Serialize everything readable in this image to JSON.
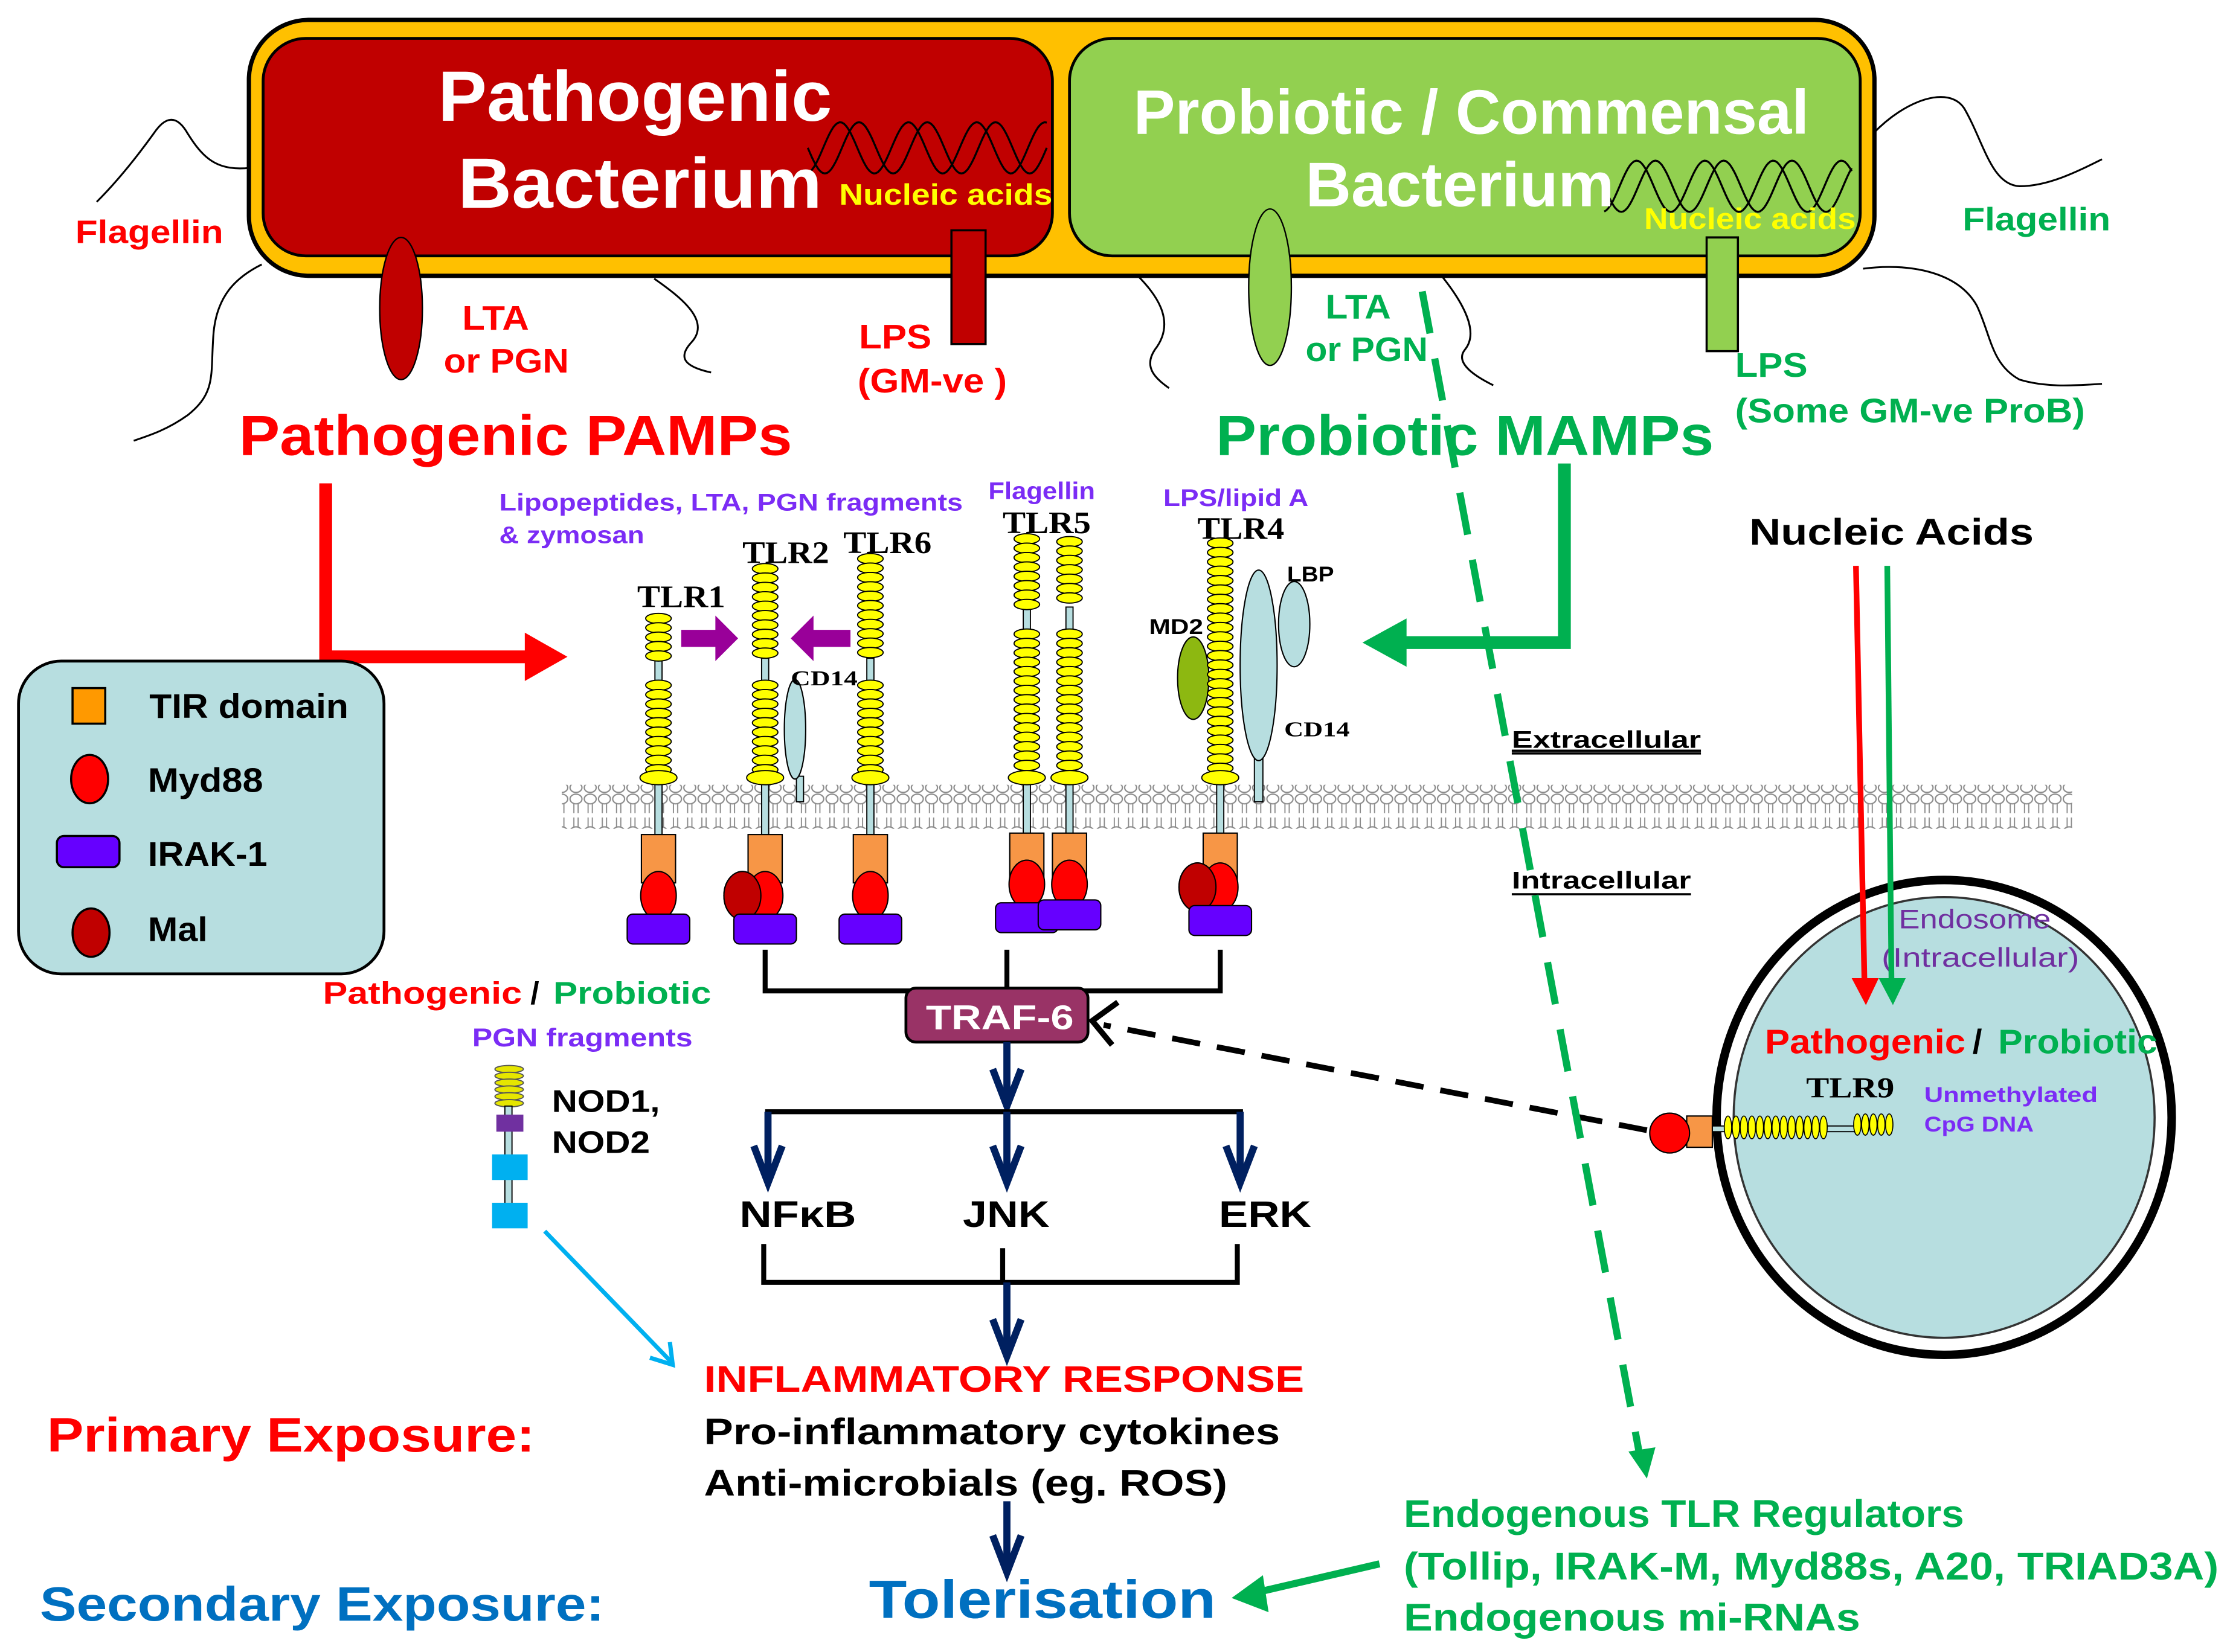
{
  "pathogenic_bacterium": {
    "title_line1": "Pathogenic",
    "title_line2": "Bacterium",
    "nucleic_acids": "Nucleic acids",
    "flagellin": "Flagellin",
    "lta_line1": "LTA",
    "lta_line2": "or PGN",
    "lps_line1": "LPS",
    "lps_line2": "(GM-ve )",
    "pamps": "Pathogenic PAMPs"
  },
  "probiotic_bacterium": {
    "title_line1": "Probiotic / Commensal",
    "title_line2": "Bacterium",
    "nucleic_acids": "Nucleic acids",
    "flagellin": "Flagellin",
    "lta_line1": "LTA",
    "lta_line2": "or PGN",
    "lps_line1": "LPS",
    "lps_line2": "(Some GM-ve ProB)",
    "mamps": "Probiotic MAMPs"
  },
  "ligands": {
    "tlr2_line1": "Lipopeptides, LTA, PGN  fragments",
    "tlr2_line2": "& zymosan",
    "tlr5": "Flagellin",
    "tlr4": "LPS/lipid  A"
  },
  "receptors": {
    "tlr1": "TLR1",
    "tlr2": "TLR2",
    "tlr6": "TLR6",
    "tlr5": "TLR5",
    "tlr4": "TLR4",
    "cd14_tlr2": "CD14",
    "cd14_tlr4": "CD14",
    "md2": "MD2",
    "lbp": "LBP",
    "tlr9": "TLR9"
  },
  "legend": {
    "items": [
      {
        "label": "TIR domain",
        "symbol": "orange-square"
      },
      {
        "label": "Myd88",
        "symbol": "red-ellipse"
      },
      {
        "label": "IRAK-1",
        "symbol": "purple-rounded-rect"
      },
      {
        "label": "Mal",
        "symbol": "dark-red-ellipse"
      }
    ]
  },
  "nod": {
    "source_pathogenic": "Pathogenic",
    "separator": "/",
    "source_probiotic": "Probiotic",
    "ligand": "PGN fragments",
    "label_line1": "NOD1,",
    "label_line2": "NOD2"
  },
  "signaling": {
    "traf6": "TRAF-6",
    "nfkb": "NFκB",
    "jnk": "JNK",
    "erk": "ERK"
  },
  "response": {
    "heading": "INFLAMMATORY RESPONSE",
    "line1": "Pro-inflammatory cytokines",
    "line2": "Anti-microbials (eg. ROS)",
    "tolerisation": "Tolerisation"
  },
  "exposure": {
    "primary": "Primary Exposure:",
    "secondary": "Secondary Exposure:"
  },
  "compartments": {
    "extracellular": "Extracellular",
    "intracellular": "Intracellular"
  },
  "endosome": {
    "nucleic_acids": "Nucleic Acids",
    "title_line1": "Endosome",
    "title_line2": "(Intracellular)",
    "source_pathogenic": "Pathogenic",
    "separator": "/",
    "source_probiotic": "Probiotic",
    "ligand_line1": "Unmethylated",
    "ligand_line2": "CpG DNA"
  },
  "regulators": {
    "line1": "Endogenous TLR Regulators",
    "line2": "(Tollip, IRAK-M, Myd88s, A20, TRIAD3A)",
    "line3": "Endogenous mi-RNAs"
  },
  "colors": {
    "pathogenic": "#C00000",
    "probiotic": "#92D050",
    "capsule": "#FFC000",
    "pathogenic_text": "#FF0000",
    "probiotic_text": "#00B050",
    "ligand_text": "#7B2CF5",
    "traf6": "#993366",
    "signal_arrow": "#002060",
    "tolerisation": "#0070C0",
    "legend_bg": "#B7DEE0"
  }
}
